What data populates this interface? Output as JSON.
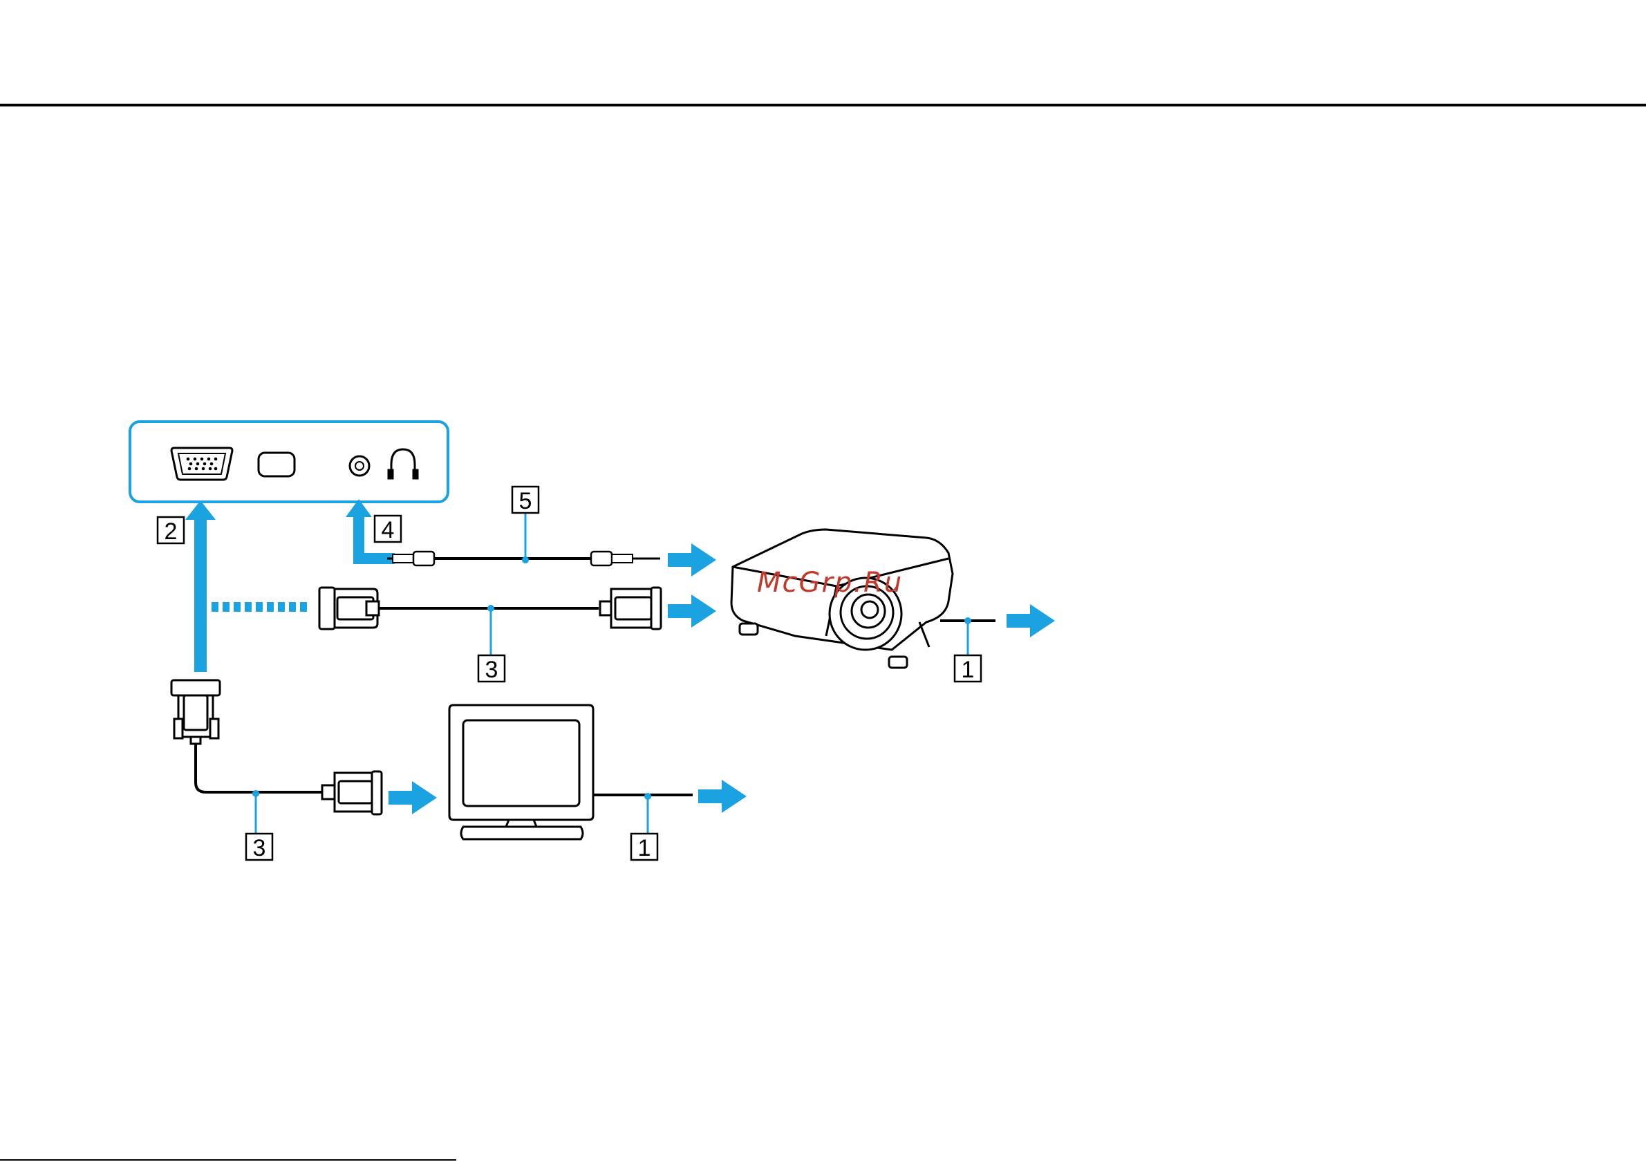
{
  "colors": {
    "accent": "#1aa3e0",
    "line": "#000000",
    "watermark": "#c0392b"
  },
  "callouts": {
    "c1_projector": "1",
    "c1_monitor": "1",
    "c2": "2",
    "c3_projector_cable": "3",
    "c3_monitor_cable": "3",
    "c4": "4",
    "c5": "5"
  },
  "icons": {
    "port_panel": [
      "vga-port-icon",
      "hdmi-port-icon",
      "headphone-jack-icon",
      "headphones-icon"
    ],
    "devices": [
      "projector-icon",
      "monitor-icon"
    ]
  },
  "watermark": "McGrp.Ru"
}
